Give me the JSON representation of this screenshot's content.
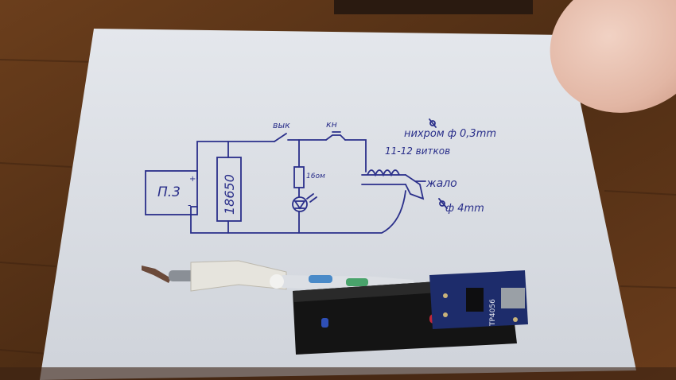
{
  "schematic": {
    "charger_label": "П.3",
    "charger_plus": "+",
    "charger_minus": "-",
    "battery_label": "18650",
    "switch_label": "вык",
    "button_label": "кн",
    "resistor_label": "16ом",
    "nichrome_label": "нихром ф 0,3mm",
    "turns_label": "11-12 витков",
    "tip_label": "жало",
    "tip_diameter_label": "ф 4mm"
  },
  "board": {
    "chip_label": "TP4056"
  },
  "colors": {
    "table": "#5a3418",
    "paper": "#d9dde4",
    "ink": "#2a2f8a",
    "board_blue": "#1d2c6b",
    "holder_black": "#141414"
  }
}
